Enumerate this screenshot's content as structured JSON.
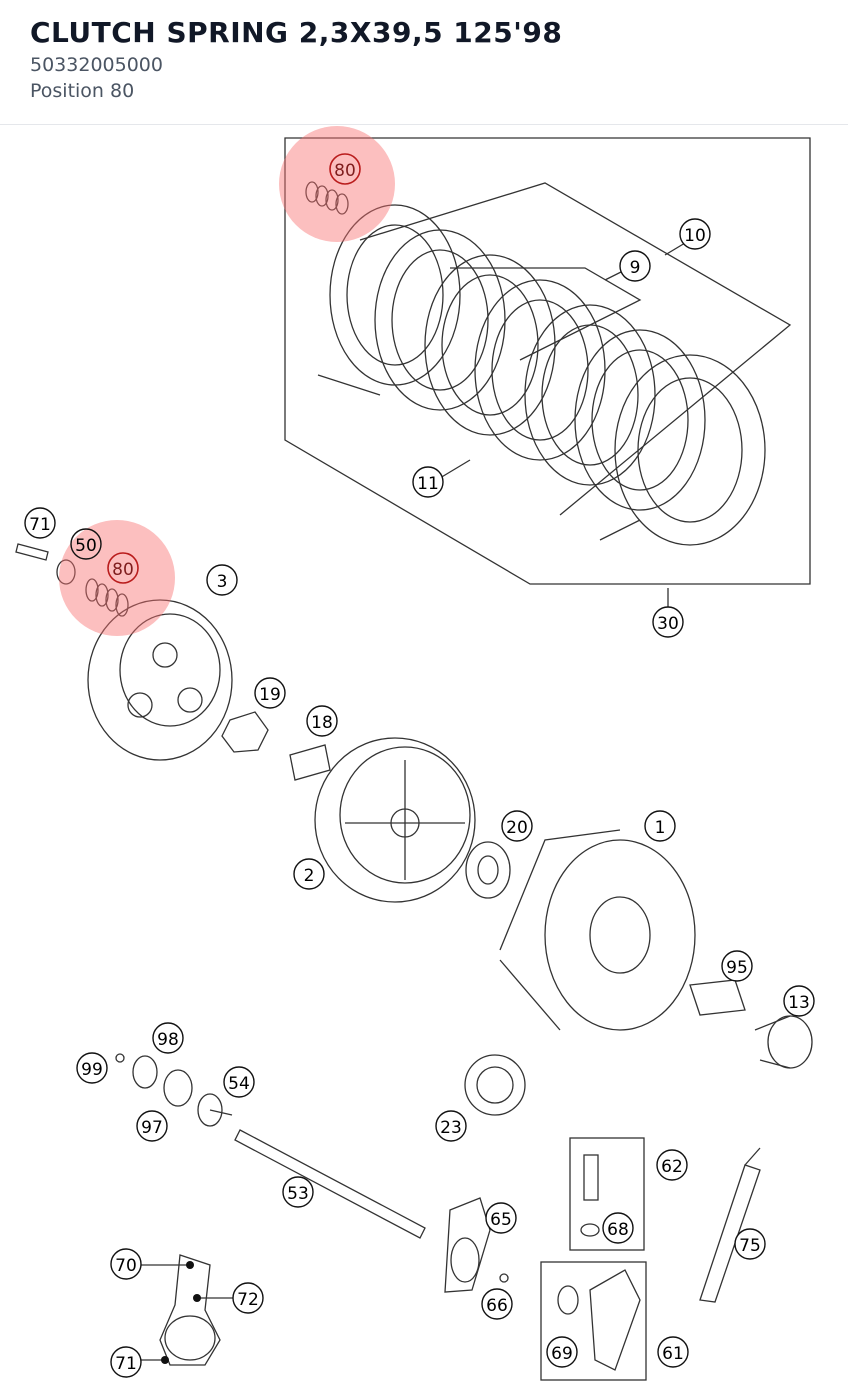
{
  "part": {
    "title": "CLUTCH SPRING 2,3X39,5 125'98",
    "number": "50332005000",
    "position": "Position 80"
  },
  "highlight_color": "#f87171",
  "callouts": [
    {
      "id": "c80a",
      "label": "80",
      "highlighted": true
    },
    {
      "id": "c10",
      "label": "10",
      "highlighted": false
    },
    {
      "id": "c9",
      "label": "9",
      "highlighted": false
    },
    {
      "id": "c11",
      "label": "11",
      "highlighted": false
    },
    {
      "id": "c30",
      "label": "30",
      "highlighted": false
    },
    {
      "id": "c71a",
      "label": "71",
      "highlighted": false
    },
    {
      "id": "c50",
      "label": "50",
      "highlighted": false
    },
    {
      "id": "c80b",
      "label": "80",
      "highlighted": true
    },
    {
      "id": "c3",
      "label": "3",
      "highlighted": false
    },
    {
      "id": "c19",
      "label": "19",
      "highlighted": false
    },
    {
      "id": "c18",
      "label": "18",
      "highlighted": false
    },
    {
      "id": "c20",
      "label": "20",
      "highlighted": false
    },
    {
      "id": "c1",
      "label": "1",
      "highlighted": false
    },
    {
      "id": "c2",
      "label": "2",
      "highlighted": false
    },
    {
      "id": "c95",
      "label": "95",
      "highlighted": false
    },
    {
      "id": "c13",
      "label": "13",
      "highlighted": false
    },
    {
      "id": "c98",
      "label": "98",
      "highlighted": false
    },
    {
      "id": "c99",
      "label": "99",
      "highlighted": false
    },
    {
      "id": "c54",
      "label": "54",
      "highlighted": false
    },
    {
      "id": "c97",
      "label": "97",
      "highlighted": false
    },
    {
      "id": "c23",
      "label": "23",
      "highlighted": false
    },
    {
      "id": "c62",
      "label": "62",
      "highlighted": false
    },
    {
      "id": "c68",
      "label": "68",
      "highlighted": false
    },
    {
      "id": "c53",
      "label": "53",
      "highlighted": false
    },
    {
      "id": "c65",
      "label": "65",
      "highlighted": false
    },
    {
      "id": "c75",
      "label": "75",
      "highlighted": false
    },
    {
      "id": "c70",
      "label": "70",
      "highlighted": false
    },
    {
      "id": "c72",
      "label": "72",
      "highlighted": false
    },
    {
      "id": "c66",
      "label": "66",
      "highlighted": false
    },
    {
      "id": "c69",
      "label": "69",
      "highlighted": false
    },
    {
      "id": "c61",
      "label": "61",
      "highlighted": false
    },
    {
      "id": "c71b",
      "label": "71",
      "highlighted": false
    }
  ]
}
